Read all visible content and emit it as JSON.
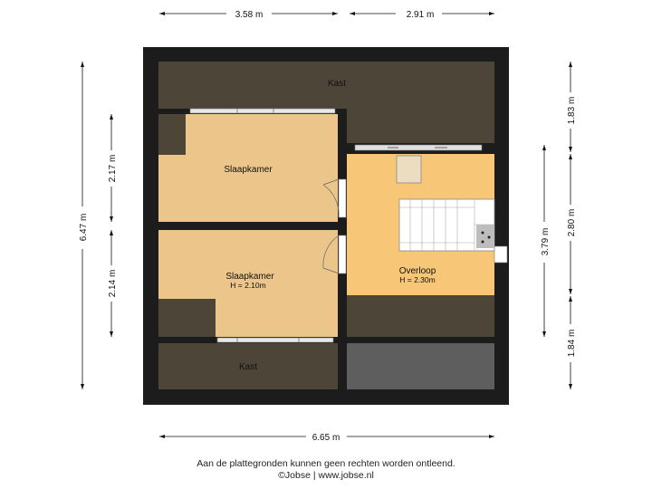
{
  "colors": {
    "wall": "#1c1c1c",
    "storage": "#4d4638",
    "storage_dark": "#3a3a3a",
    "storage_gray": "#5e5e5e",
    "bedroom": "#ebc58a",
    "landing": "#f7c777",
    "stairs": "#ffffff"
  },
  "dimensions": {
    "top_left": "3.58 m",
    "top_right": "2.91 m",
    "bottom": "6.65 m",
    "left_total": "6.47 m",
    "left_upper": "2.17 m",
    "left_lower": "2.14 m",
    "right_total": "3.79 m",
    "right_top": "1.83 m",
    "right_mid": "2.80 m",
    "right_bottom": "1.84 m"
  },
  "rooms": {
    "kast_top": {
      "name": "Kast"
    },
    "bedroom_1": {
      "name": "Slaapkamer"
    },
    "bedroom_2": {
      "name": "Slaapkamer",
      "height": "H = 2.10m"
    },
    "landing": {
      "name": "Overloop",
      "height": "H = 2.30m"
    },
    "kast_bottom": {
      "name": "Kast"
    }
  },
  "footer": {
    "disclaimer": "Aan de plattegronden kunnen geen rechten worden ontleend.",
    "credit": "©Jobse | www.jobse.nl"
  }
}
